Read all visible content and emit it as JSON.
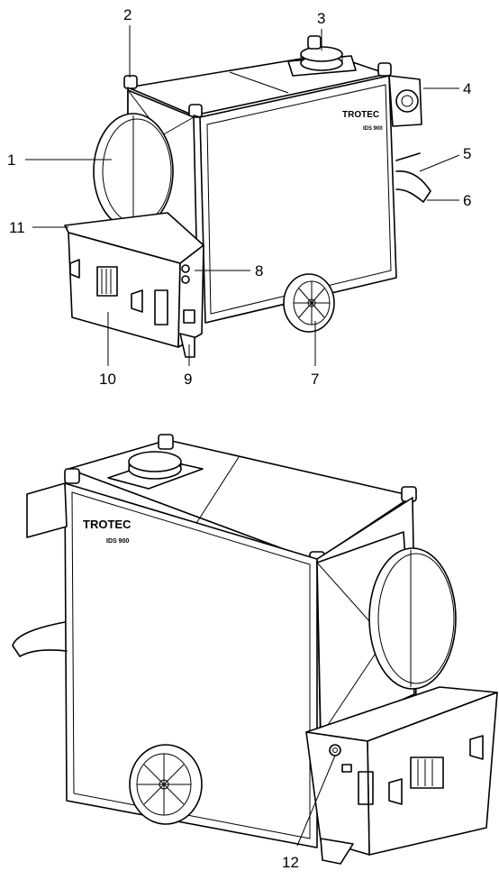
{
  "brand": "TROTEC",
  "model": "IDS 900",
  "callouts": [
    "1",
    "2",
    "3",
    "4",
    "5",
    "6",
    "7",
    "8",
    "9",
    "10",
    "11",
    "12"
  ]
}
